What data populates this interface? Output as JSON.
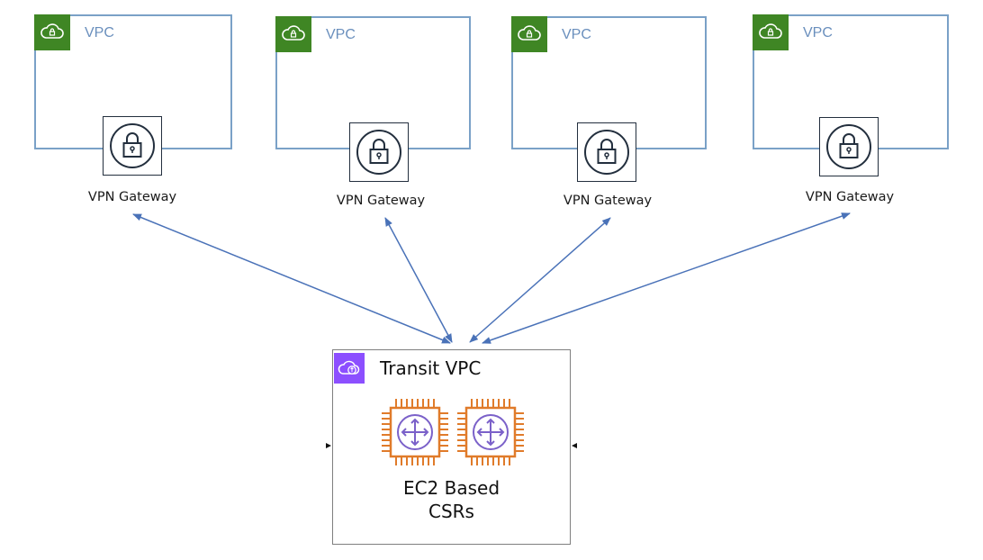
{
  "vpcs": [
    {
      "label": "VPC",
      "gateway_label": "VPN Gateway"
    },
    {
      "label": "VPC",
      "gateway_label": "VPN Gateway"
    },
    {
      "label": "VPC",
      "gateway_label": "VPN Gateway"
    },
    {
      "label": "VPC",
      "gateway_label": "VPN Gateway"
    }
  ],
  "transit": {
    "title": "Transit VPC",
    "compute_line1": "EC2 Based",
    "compute_line2": "CSRs"
  },
  "colors": {
    "vpc_border": "#7aa1c7",
    "vpc_icon_bg": "#3f8624",
    "transit_icon_bg": "#8c4fff",
    "chip_color": "#e07b2a",
    "router_color": "#7b61c9",
    "arrow_color": "#4a72b8"
  },
  "icons": {
    "vpc": "vpc-cloud-lock-icon",
    "gateway": "padlock-icon",
    "transit": "transit-vpc-icon",
    "router": "ec2-router-chip-icon"
  }
}
